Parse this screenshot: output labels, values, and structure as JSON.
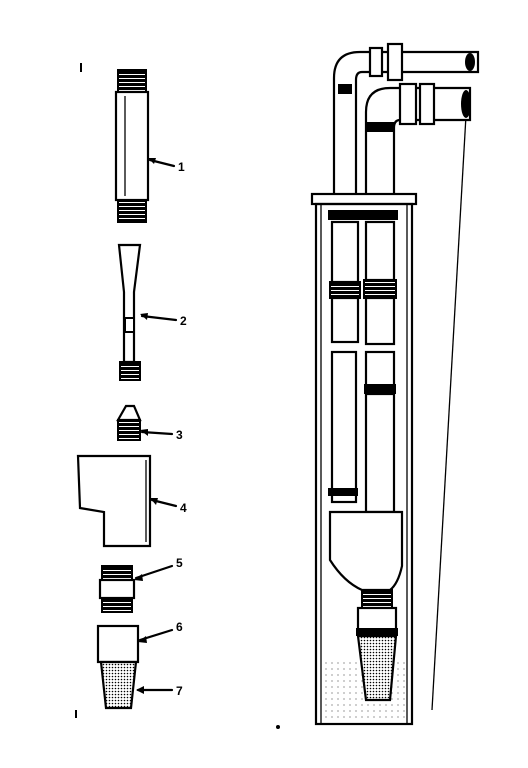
{
  "callouts": {
    "part1": "1",
    "part2": "2",
    "part3": "3",
    "part4": "4",
    "part5": "5",
    "part6": "6",
    "part7": "7"
  },
  "icons": {
    "part1": "extension-pipe-icon",
    "part2": "venturi-tube-icon",
    "part3": "nozzle-icon",
    "part4": "jet-body-icon",
    "part5": "pipe-nipple-icon",
    "part6": "coupling-icon",
    "part7": "strainer-icon",
    "assembly": "well-casing-jet-assembly-icon"
  },
  "colors": {
    "ink": "#000000",
    "paper": "#ffffff"
  }
}
